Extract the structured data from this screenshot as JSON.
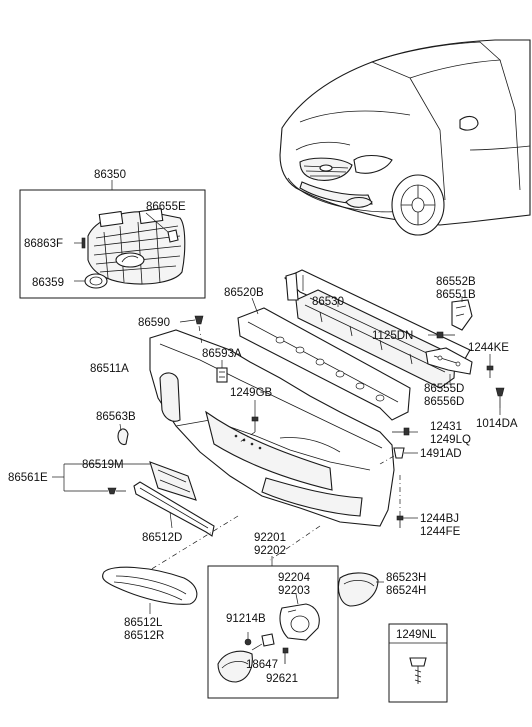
{
  "diagram": {
    "labels": {
      "p86350": "86350",
      "p86655E": "86655E",
      "p86863F": "86863F",
      "p86359": "86359",
      "p86552B": "86552B",
      "p86551B": "86551B",
      "p86520B": "86520B",
      "p86530": "86530",
      "p86590": "86590",
      "p1125DN": "1125DN",
      "p1244KE": "1244KE",
      "p86593A": "86593A",
      "p86511A": "86511A",
      "p86555D": "86555D",
      "p86556D": "86556D",
      "p1249GB": "1249GB",
      "p1014DA": "1014DA",
      "p86563B": "86563B",
      "p12431": "12431",
      "p1249LQ": "1249LQ",
      "p1491AD": "1491AD",
      "p86561E": "86561E",
      "p86519M": "86519M",
      "p1244BJ": "1244BJ",
      "p1244FE": "1244FE",
      "p86512D": "86512D",
      "p92201": "92201",
      "p92202": "92202",
      "p92204": "92204",
      "p92203": "92203",
      "p86523H": "86523H",
      "p86524H": "86524H",
      "p91214B": "91214B",
      "p1249NL": "1249NL",
      "p86512L": "86512L",
      "p86512R": "86512R",
      "p18647": "18647",
      "p92621": "92621"
    }
  }
}
